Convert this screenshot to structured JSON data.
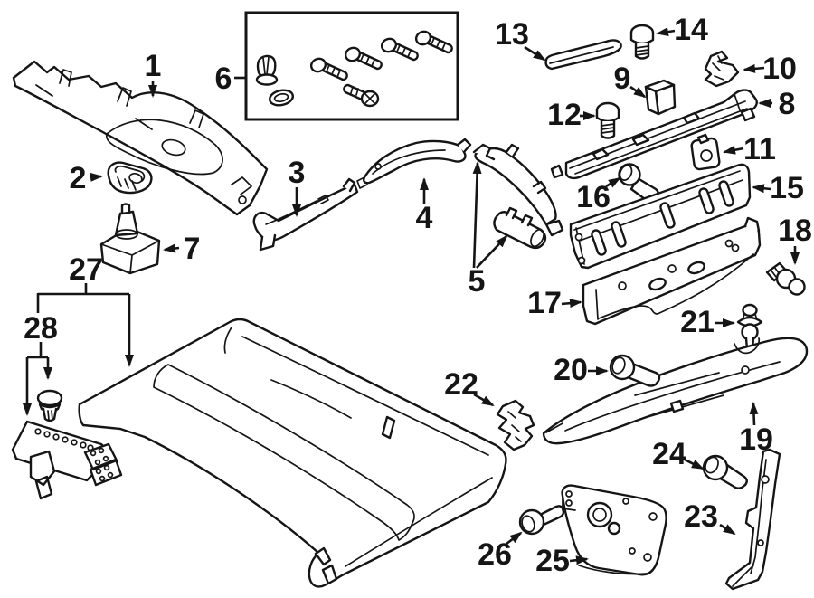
{
  "diagram": {
    "background_color": "#ffffff",
    "line_color": "#151515",
    "callouts": {
      "c1": "1",
      "c2": "2",
      "c3": "3",
      "c4": "4",
      "c5": "5",
      "c6": "6",
      "c7": "7",
      "c8": "8",
      "c9": "9",
      "c10": "10",
      "c11": "11",
      "c12": "12",
      "c13": "13",
      "c14": "14",
      "c15": "15",
      "c16": "16",
      "c17": "17",
      "c18": "18",
      "c19": "19",
      "c20": "20",
      "c21": "21",
      "c22": "22",
      "c23": "23",
      "c24": "24",
      "c25": "25",
      "c26": "26",
      "c27": "27",
      "c28": "28"
    }
  }
}
